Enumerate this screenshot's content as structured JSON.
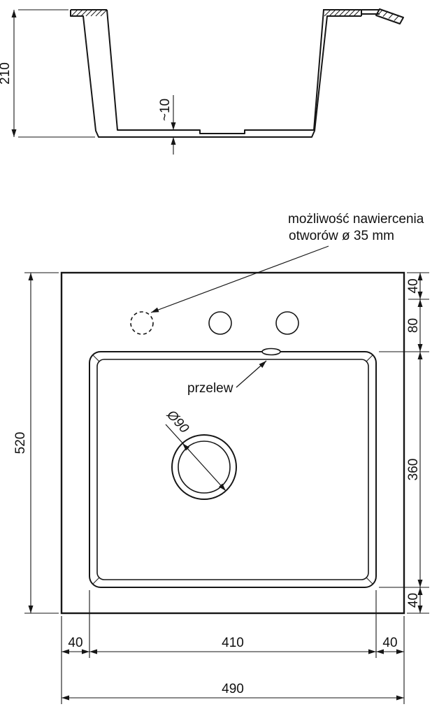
{
  "drawing": {
    "section": {
      "overall_depth": "210",
      "bottom_thickness": "~10"
    },
    "plan": {
      "note_line1": "możliwość nawiercenia",
      "note_line2": "otworów ø 35 mm",
      "overflow_label": "przelew",
      "drain_label": "Ø90",
      "top_offset": "40",
      "holes_band": "80",
      "bowl_height": "360",
      "bottom_offset": "40",
      "total_height": "520",
      "left_offset": "40",
      "bowl_width": "410",
      "right_offset": "40",
      "total_width": "490"
    }
  }
}
